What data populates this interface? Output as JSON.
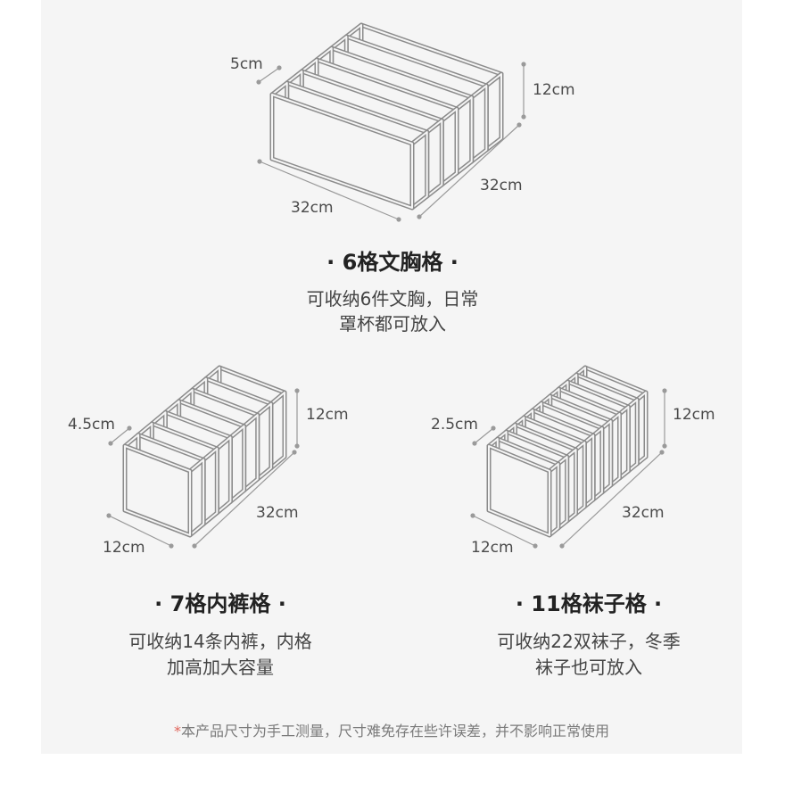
{
  "colors": {
    "panel": "#f5f5f5",
    "box_line": "#8c8c8c",
    "dimension": "#9a9a9a",
    "asterisk": "#e0645a"
  },
  "products": [
    {
      "compartments": 6,
      "dims": {
        "compartment": "5cm",
        "height": "12cm",
        "front": "32cm",
        "side": "32cm"
      },
      "title": "· 6格文胸格 ·",
      "desc": [
        "可收纳6件文胸，日常",
        "罩杯都可放入"
      ]
    },
    {
      "compartments": 7,
      "dims": {
        "compartment": "4.5cm",
        "height": "12cm",
        "front": "12cm",
        "side": "32cm"
      },
      "title": "· 7格内裤格 ·",
      "desc": [
        "可收纳14条内裤，内格",
        "加高加大容量"
      ]
    },
    {
      "compartments": 11,
      "dims": {
        "compartment": "2.5cm",
        "height": "12cm",
        "front": "12cm",
        "side": "32cm"
      },
      "title": "· 11格袜子格 ·",
      "desc": [
        "可收纳22双袜子，冬季",
        "袜子也可放入"
      ]
    }
  ],
  "footnote": {
    "asterisk": "*",
    "text": "本产品尺寸为手工测量，尺寸难免存在些许误差，并不影响正常使用"
  }
}
